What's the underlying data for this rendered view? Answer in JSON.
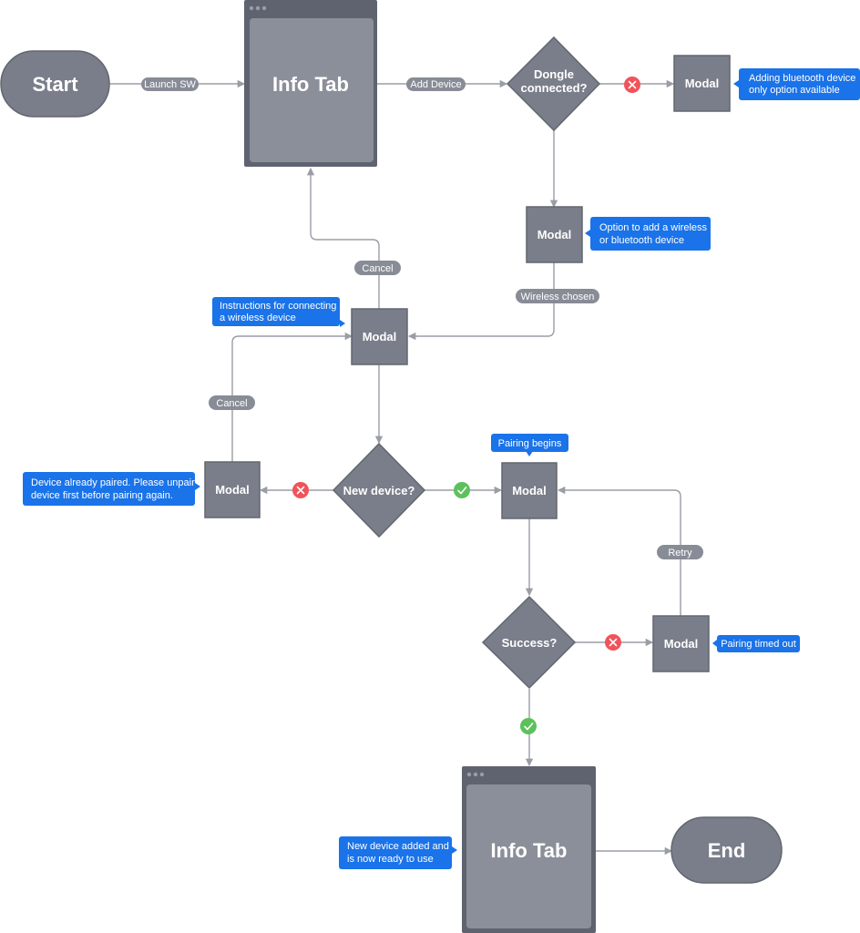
{
  "colors": {
    "shape": "#7a7e8a",
    "shape_border": "#62666f",
    "window_frame": "#5f6370",
    "window_panel": "#8b8f99",
    "line": "#9a9da5",
    "pill": "#888c96",
    "note": "#1a73e8",
    "cross": "#f0535a",
    "check": "#5cc15a"
  },
  "nodes": {
    "start": "Start",
    "info_tab_top": "Info Tab",
    "dongle": [
      "Dongle",
      "connected?"
    ],
    "modal_bt_only": "Modal",
    "modal_option": "Modal",
    "modal_instructions": "Modal",
    "new_device": "New device?",
    "modal_already_paired": "Modal",
    "modal_pairing": "Modal",
    "success": "Success?",
    "modal_timeout": "Modal",
    "info_tab_bottom": "Info Tab",
    "end": "End"
  },
  "edge_labels": {
    "launch_sw": "Launch SW",
    "add_device": "Add Device",
    "cancel_1": "Cancel",
    "wireless_chosen": "Wireless chosen",
    "cancel_2": "Cancel",
    "retry": "Retry"
  },
  "notes": {
    "bt_only": [
      "Adding bluetooth device",
      "only option available"
    ],
    "option": [
      "Option to add a wireless",
      "or bluetooth device"
    ],
    "instructions": [
      "Instructions for connecting",
      "a wireless device"
    ],
    "already_paired": [
      "Device already paired. Please unpair",
      "device first before pairing again."
    ],
    "pairing_begins": [
      "Pairing begins"
    ],
    "timed_out": [
      "Pairing timed out"
    ],
    "added": [
      "New device added and",
      "is now ready to use"
    ]
  },
  "icons": {
    "no": "cross-icon",
    "yes": "check-icon"
  }
}
